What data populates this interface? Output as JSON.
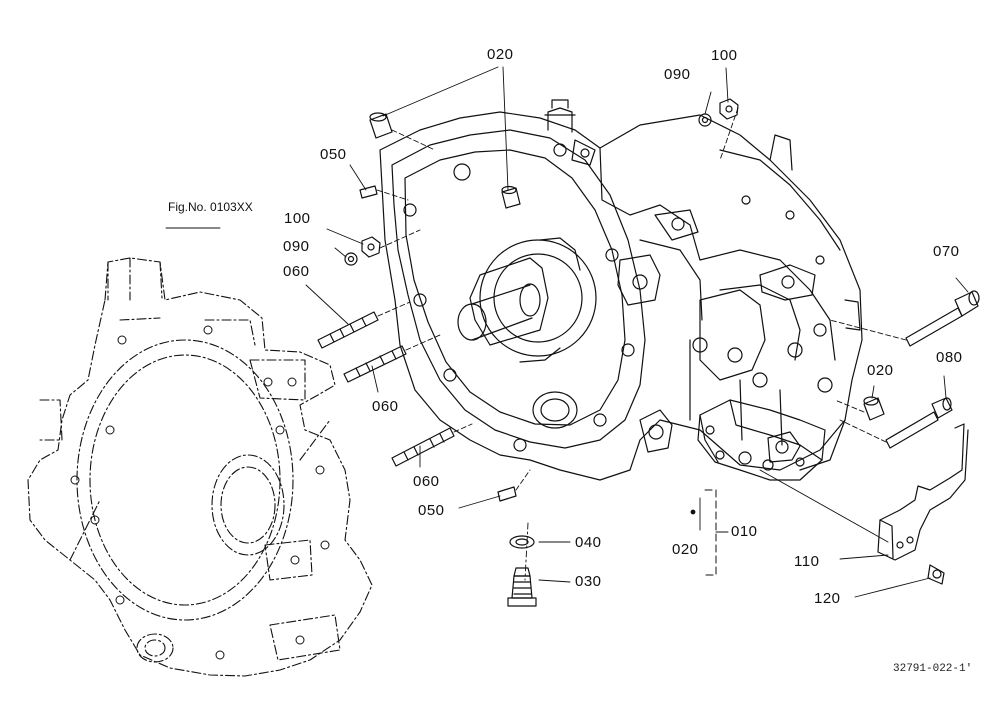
{
  "figure_ref": {
    "label": "Fig.No.",
    "number": "0103XX"
  },
  "document_number": "32791-022-1'",
  "part_labels": {
    "p020_top": "020",
    "p100_top": "100",
    "p090_top": "090",
    "p050_upper": "050",
    "p100_left": "100",
    "p090_left": "090",
    "p060_upper": "060",
    "p060_middle": "060",
    "p060_lower": "060",
    "p050_lower": "050",
    "p040": "040",
    "p030": "030",
    "p070": "070",
    "p020_right": "020",
    "p080": "080",
    "p010": "010",
    "p020_bottom": "020",
    "p110": "110",
    "p120": "120"
  }
}
